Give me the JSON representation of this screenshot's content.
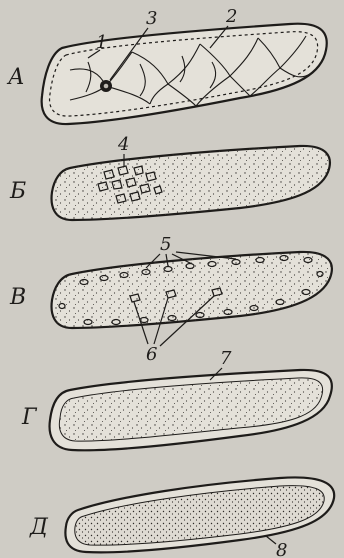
{
  "stages": [
    {
      "letter": "А"
    },
    {
      "letter": "Б"
    },
    {
      "letter": "В"
    },
    {
      "letter": "Г"
    },
    {
      "letter": "Д"
    }
  ],
  "callouts": [
    "1",
    "2",
    "3",
    "4",
    "5",
    "6",
    "7",
    "8"
  ]
}
